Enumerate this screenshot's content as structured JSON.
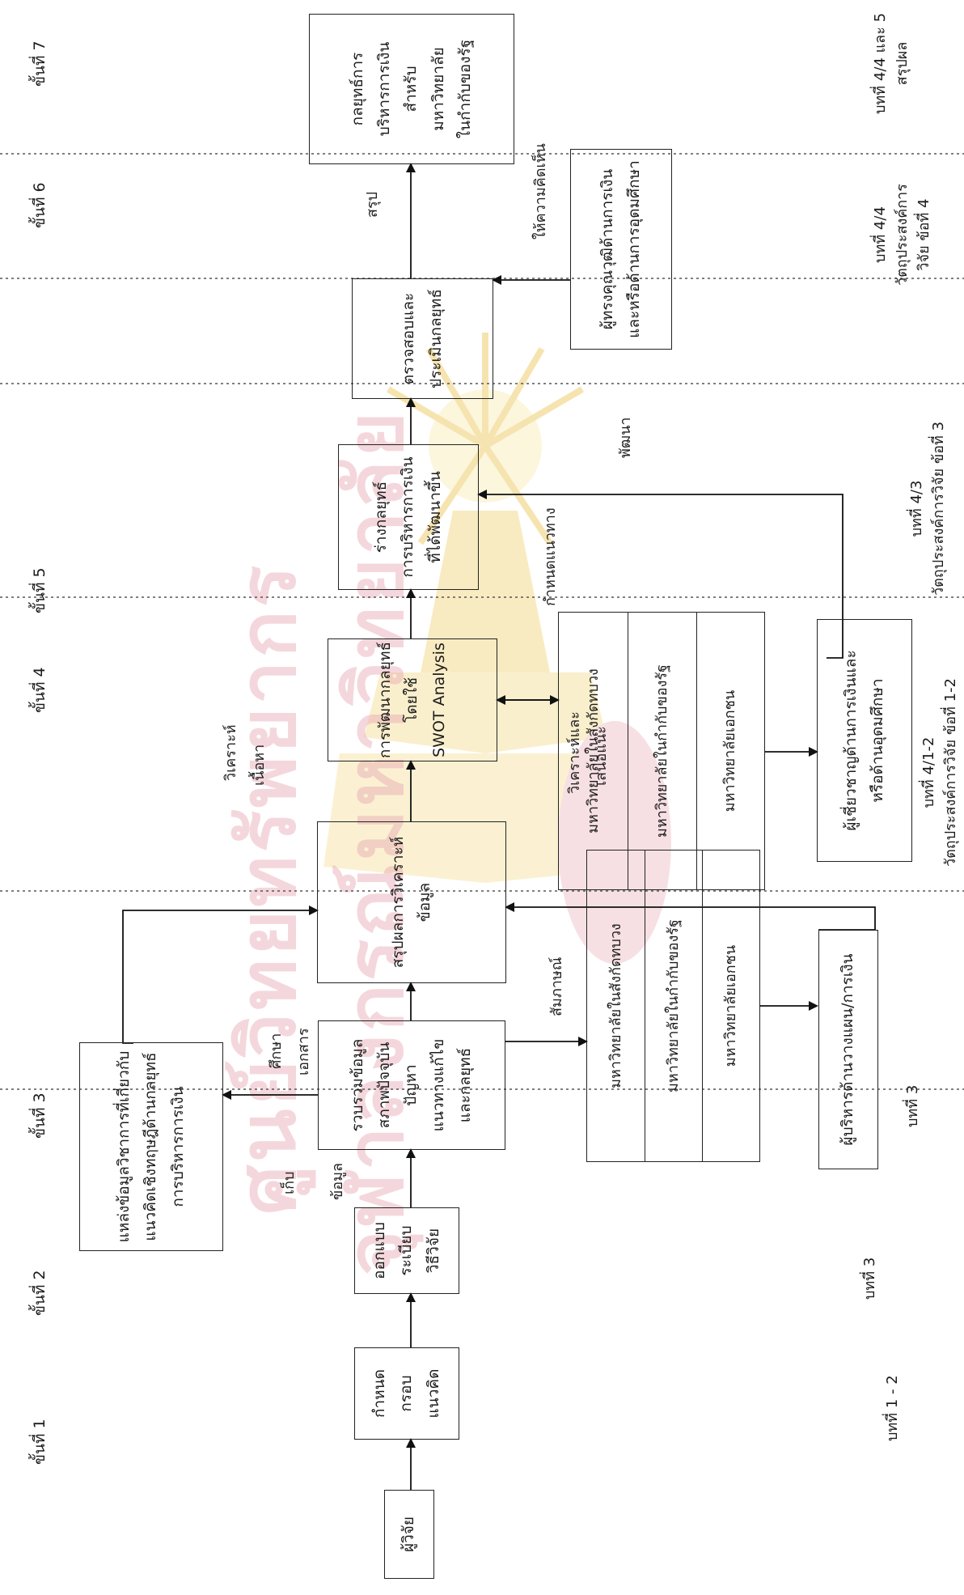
{
  "steps": [
    "ขั้นที่ 1",
    "ขั้นที่ 2",
    "ขั้นที่ 3",
    "ขั้นที่ 4",
    "ขั้นที่ 5",
    "ขั้นที่ 6",
    "ขั้นที่ 7"
  ],
  "boxes": {
    "researcher": [
      "ผู้วิจัย"
    ],
    "framework": [
      "กำหนด",
      "กรอบ",
      "แนวคิด"
    ],
    "research_design": [
      "ออกแบบ",
      "ระเบียบ",
      "วิธีวิจัย"
    ],
    "data_collection": [
      "รวบรวมข้อมูล",
      "สภาพปัจจุบัน",
      "ปัญหา",
      "แนวทางแก้ไข",
      "และกลยุทธ์"
    ],
    "doc_sources": [
      "แหล่งข้อมูลวิชาการที่เกี่ยวกับ",
      "แนวคิดเชิงทฤษฎีด้านกลยุทธ์",
      "การบริหารการเงิน"
    ],
    "analysis_summary": [
      "สรุปผลการวิเคราะห์",
      "ข้อมูล"
    ],
    "swot": [
      "การพัฒนากลยุทธ์",
      "โดยใช้",
      "SWOT  Analysis"
    ],
    "draft_strategy": [
      "ร่างกลยุทธ์",
      "การบริหารการเงิน",
      "ที่ได้พัฒนาขึ้น"
    ],
    "evaluate": [
      "ตรวจสอบและ",
      "ประเมินกลยุทธ์"
    ],
    "final_strategy": [
      "กลยุทธ์การ",
      "บริหารการเงิน",
      "สำหรับ",
      "มหาวิทยาลัย",
      "ในกำกับของรัฐ"
    ],
    "univ_group_1": [
      "มหาวิทยาลัยในสังกัดทบวง",
      "มหาวิทยาลัยในกำกับของรัฐ",
      "มหาวิทยาลัยเอกชน"
    ],
    "univ_group_2": [
      "มหาวิทยาลัยในสังกัดทบวง",
      "มหาวิทยาลัยในกำกับของรัฐ",
      "มหาวิทยาลัยเอกชน"
    ],
    "planning_admin": [
      "ผู้บริหารด้านวางแผน/การเงิน"
    ],
    "finance_experts": [
      "ผู้เชี่ยวชาญด้านการเงินและ",
      "หรือด้านอุดมศึกษา"
    ],
    "qualified_persons": [
      "ผู้ทรงคุณวุฒิด้านการเงิน",
      "และหรือด้านการอุดมศึกษา"
    ]
  },
  "labels": {
    "collect": "เก็บ",
    "data": "ข้อมูล",
    "study": "ศึกษา",
    "documents": "เอกสาร",
    "interview": "สัมภาษณ์",
    "content_analysis_1": "วิเคราะห์",
    "content_analysis_2": "เนื้อหา",
    "analyze_suggest_1": "วิเคราะห์และ",
    "analyze_suggest_2": "เสนอแนะ",
    "set_direction": "กำหนดแนวทาง",
    "develop": "พัฒนา",
    "give_opinion": "ให้ความคิดเห็น",
    "conclude": "สรุป"
  },
  "chapters": {
    "ch1": [
      "บทที่ 1 - 2"
    ],
    "ch3a": [
      "บทที่ 3"
    ],
    "ch3b": [
      "บทที่ 3"
    ],
    "ch4_12": [
      "บทที่ 4/1-2",
      "วัตถุประสงค์การวิจัย ข้อที่ 1-2"
    ],
    "ch4_3": [
      "บทที่ 4/3",
      "วัตถุประสงค์การวิจัย ข้อที่ 3"
    ],
    "ch4_4": [
      "บทที่ 4/4",
      "วัตถุประสงค์การ",
      "วิจัย ข้อที่ 4"
    ],
    "ch5": [
      "บทที่ 4/4 และ 5",
      "สรุปผล"
    ]
  },
  "watermark": {
    "line1": "ศูนย์วิทยทรัพยากร",
    "line2": "จุฬาลงกรณ์มหาวิทยาลัย"
  }
}
